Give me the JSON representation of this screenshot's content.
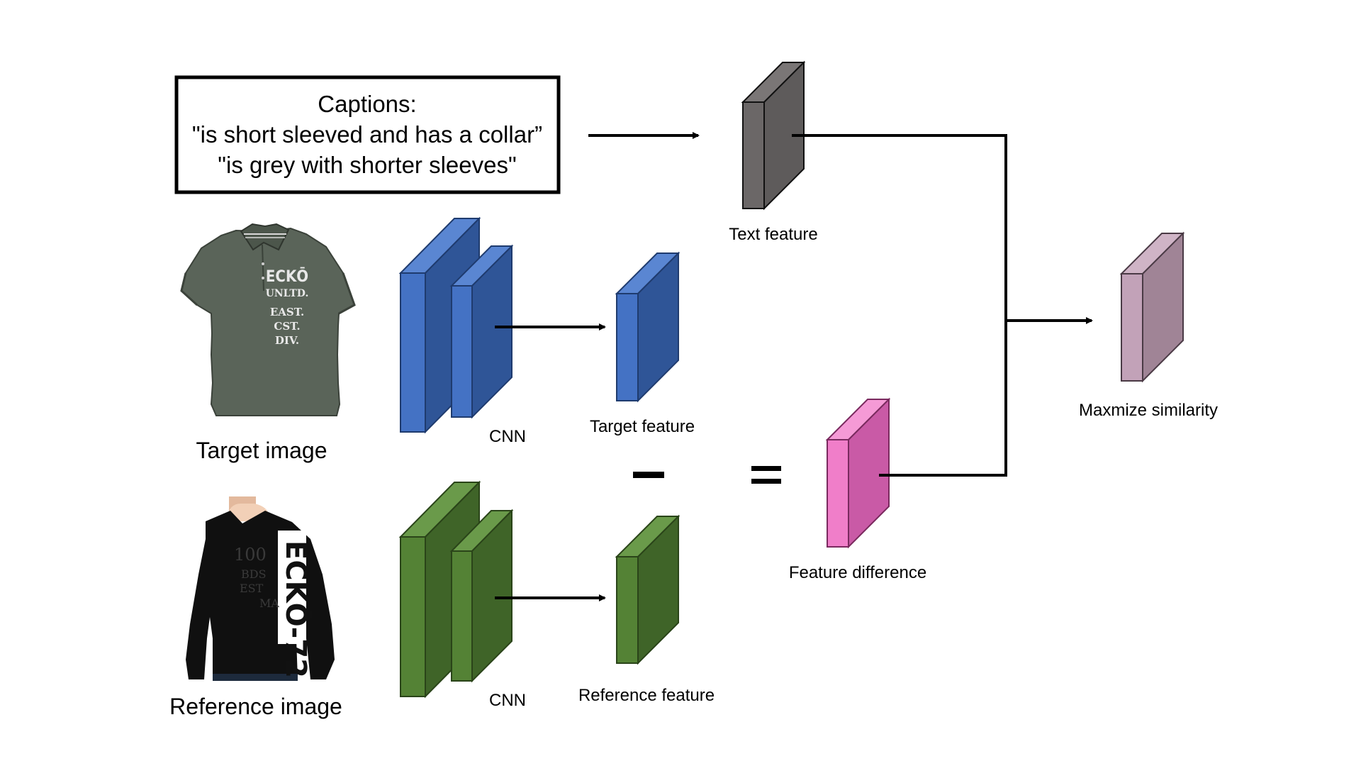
{
  "captions": {
    "title": "Captions:",
    "line1": "\"is short sleeved and has a collar”",
    "line2": "\"is grey with shorter sleeves\""
  },
  "labels": {
    "text_feature": "Text feature",
    "target_image": "Target image",
    "reference_image": "Reference image",
    "cnn_top": "CNN",
    "cnn_bottom": "CNN",
    "target_feature": "Target feature",
    "reference_feature": "Reference feature",
    "feature_difference": "Feature difference",
    "maximize_similarity": "Maxmize similarity"
  },
  "operators": {
    "minus": "−",
    "equals": "="
  },
  "target_shirt": {
    "print_lines": [
      "ECKŌ",
      "UNLTD.",
      "EAST.",
      "CST.",
      "DIV."
    ]
  },
  "reference_shirt": {
    "print_main": "ECKŌ-72",
    "print_bg": [
      "100",
      "BDS",
      "EST",
      "MA"
    ]
  },
  "colors": {
    "text_block_front": "#6b6767",
    "text_block_side": "#5e5b5b",
    "text_block_top": "#7a7676",
    "cnn_blue_front": "#4472c4",
    "cnn_blue_side": "#2f5597",
    "cnn_blue_top": "#5a86d2",
    "cnn_green_front": "#548235",
    "cnn_green_side": "#3f6428",
    "cnn_green_top": "#6a9a4a",
    "diff_front": "#f07ec9",
    "diff_side": "#c95aa6",
    "diff_top": "#f59ad6",
    "sim_front": "#c2a2b8",
    "sim_side": "#a08496",
    "sim_top": "#cfb4c6"
  }
}
